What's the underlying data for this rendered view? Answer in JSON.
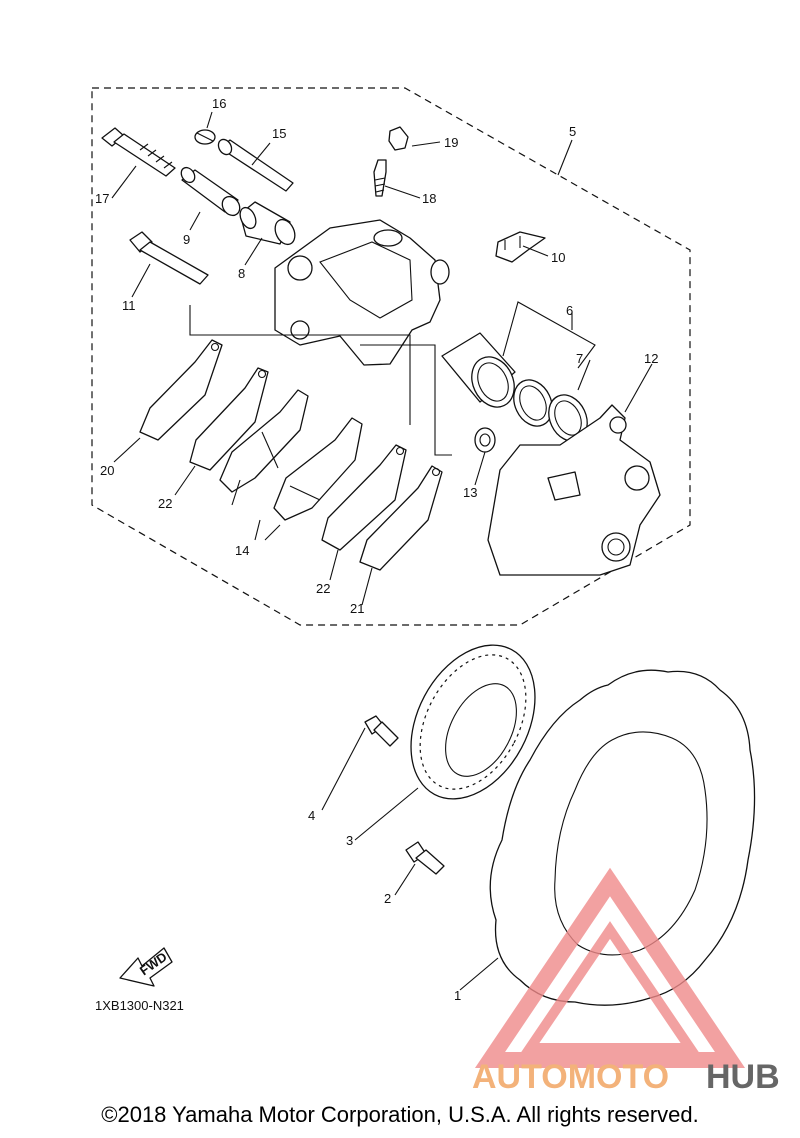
{
  "diagram": {
    "part_labels": [
      "16",
      "15",
      "19",
      "5",
      "17",
      "18",
      "9",
      "8",
      "10",
      "11",
      "6",
      "7",
      "12",
      "20",
      "22",
      "13",
      "14",
      "22",
      "21",
      "4",
      "3",
      "2",
      "1"
    ],
    "drawing_code": "1XB1300-N321",
    "fwd_label": "FWD"
  },
  "watermark": {
    "brand_part1": "AUTOMOTO",
    "brand_part2": "HUB",
    "color_primary": "#f08a8a",
    "color_accent": "#f3b27a",
    "color_dark": "#666666"
  },
  "footer": {
    "copyright": "©2018 Yamaha Motor Corporation, U.S.A. All rights reserved."
  }
}
